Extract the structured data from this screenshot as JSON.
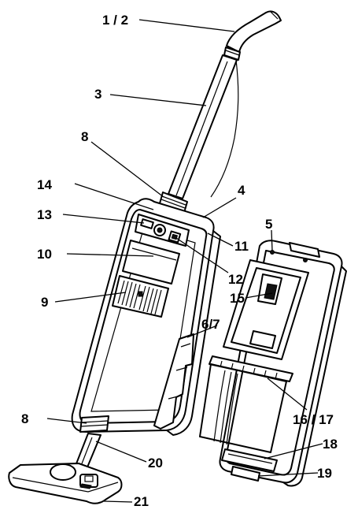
{
  "callouts": {
    "c1_2": "1 / 2",
    "c3": "3",
    "c4": "4",
    "c5": "5",
    "c6_7": "6/7",
    "c8_top": "8",
    "c8_bottom": "8",
    "c9": "9",
    "c10": "10",
    "c11": "11",
    "c12": "12",
    "c13": "13",
    "c14": "14",
    "c15": "15",
    "c16_17": "16 / 17",
    "c18": "18",
    "c19": "19",
    "c20": "20",
    "c21": "21"
  }
}
